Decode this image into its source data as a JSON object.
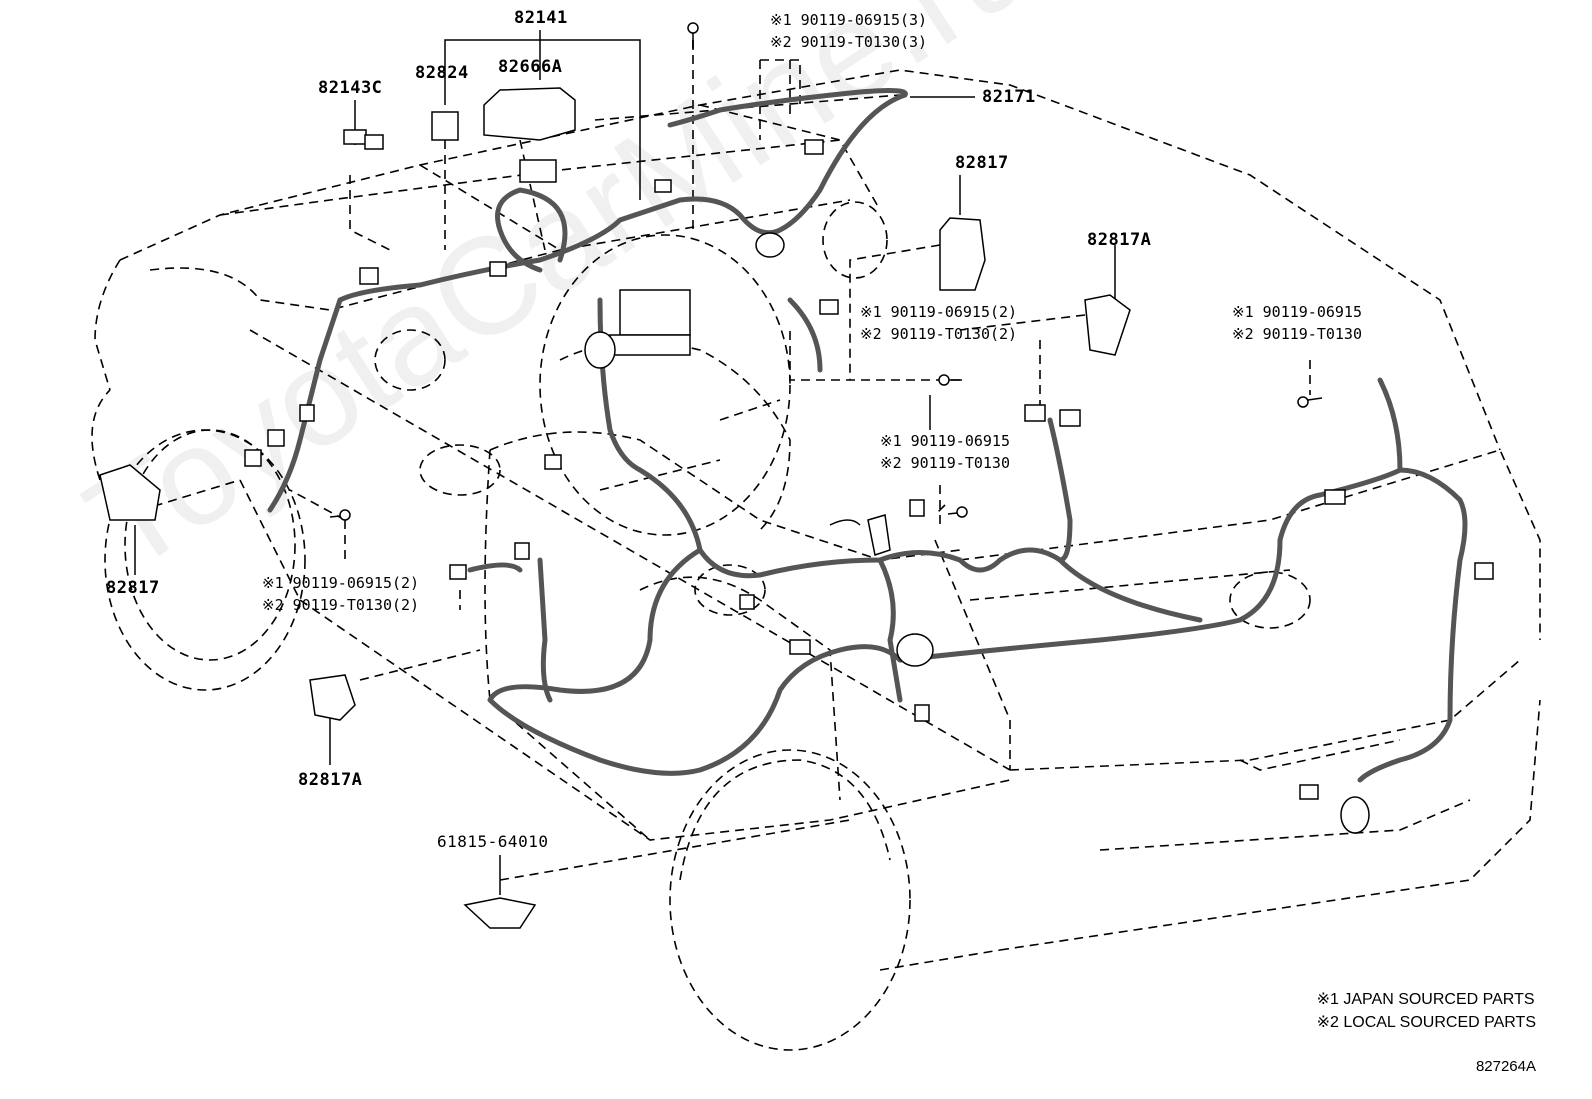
{
  "colors": {
    "line": "#000000",
    "harness": "#555555",
    "watermark": "#eeeeee"
  },
  "watermark": "ToyotaCarMine.ru",
  "part_labels": {
    "p82141": "82141",
    "p82143c": "82143C",
    "p82824": "82824",
    "p82666a": "82666A",
    "p82171": "82171",
    "p82817_top": "82817",
    "p82817a_top": "82817A",
    "p82817_left": "82817",
    "p82817a_bottom": "82817A",
    "p61815": "61815-64010"
  },
  "fastener_refs": {
    "top": [
      "※1 90119-06915(3)",
      "※2 90119-T0130(3)"
    ],
    "mid_a": [
      "※1 90119-06915(2)",
      "※2 90119-T0130(2)"
    ],
    "right": [
      "※1 90119-06915",
      "※2 90119-T0130"
    ],
    "mid_b": [
      "※1 90119-06915",
      "※2 90119-T0130"
    ],
    "left": [
      "※1 90119-06915(2)",
      "※2 90119-T0130(2)"
    ]
  },
  "legend": [
    "※1 JAPAN SOURCED PARTS",
    "※2 LOCAL SOURCED PARTS"
  ],
  "figure_number": "827264A"
}
